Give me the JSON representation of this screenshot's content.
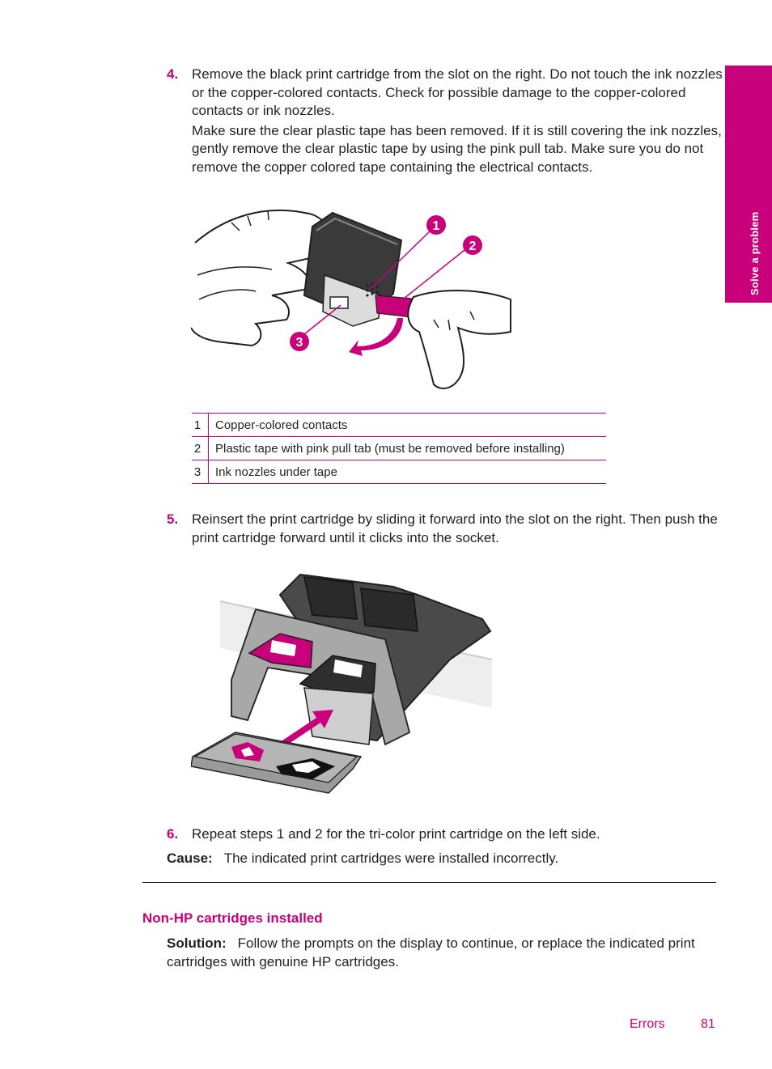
{
  "side_tab": {
    "label": "Solve a problem"
  },
  "steps": [
    {
      "number": "4.",
      "paragraphs": [
        "Remove the black print cartridge from the slot on the right. Do not touch the ink nozzles or the copper-colored contacts. Check for possible damage to the copper-colored contacts or ink nozzles.",
        "Make sure the clear plastic tape has been removed. If it is still covering the ink nozzles, gently remove the clear plastic tape by using the pink pull tab. Make sure you do not remove the copper colored tape containing the electrical contacts."
      ]
    },
    {
      "number": "5.",
      "paragraphs": [
        "Reinsert the print cartridge by sliding it forward into the slot on the right. Then push the print cartridge forward until it clicks into the socket."
      ]
    },
    {
      "number": "6.",
      "paragraphs": [
        "Repeat steps 1 and 2 for the tri-color print cartridge on the left side."
      ]
    }
  ],
  "figure1": {
    "callout_numbers": [
      "1",
      "2",
      "3"
    ]
  },
  "callouts": [
    {
      "num": "1",
      "text": "Copper-colored contacts"
    },
    {
      "num": "2",
      "text": "Plastic tape with pink pull tab (must be removed before installing)"
    },
    {
      "num": "3",
      "text": "Ink nozzles under tape"
    }
  ],
  "cause": {
    "label": "Cause:",
    "text": "The indicated print cartridges were installed incorrectly."
  },
  "section": {
    "heading": "Non-HP cartridges installed",
    "solution_label": "Solution:",
    "solution_text": "Follow the prompts on the display to continue, or replace the indicated print cartridges with genuine HP cartridges."
  },
  "footer": {
    "section": "Errors",
    "page": "81"
  },
  "colors": {
    "accent": "#c8007a",
    "text": "#231f20"
  }
}
